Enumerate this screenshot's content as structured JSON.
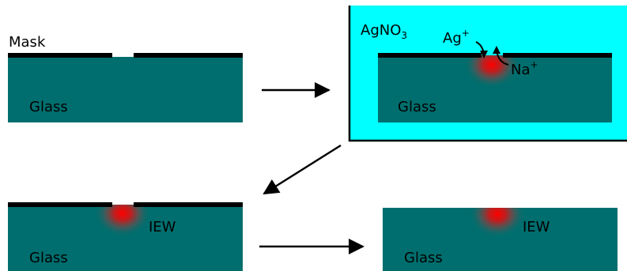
{
  "colors": {
    "glass": "#006e6e",
    "bath": "#00ffff",
    "mask": "#000000",
    "ion_spot": "#ff0000",
    "arrow": "#000000"
  },
  "step1": {
    "mask_label": "Mask",
    "glass_label": "Glass"
  },
  "step2": {
    "bath_label_main": "AgNO",
    "bath_label_sub": "3",
    "glass_label": "Glass",
    "ion_in_main": "Ag",
    "ion_in_sup": "+",
    "ion_out_main": "Na",
    "ion_out_sup": "+"
  },
  "step3": {
    "waveguide_label": "IEW",
    "glass_label": "Glass"
  },
  "step4": {
    "waveguide_label": "IEW",
    "glass_label": "Glass"
  }
}
